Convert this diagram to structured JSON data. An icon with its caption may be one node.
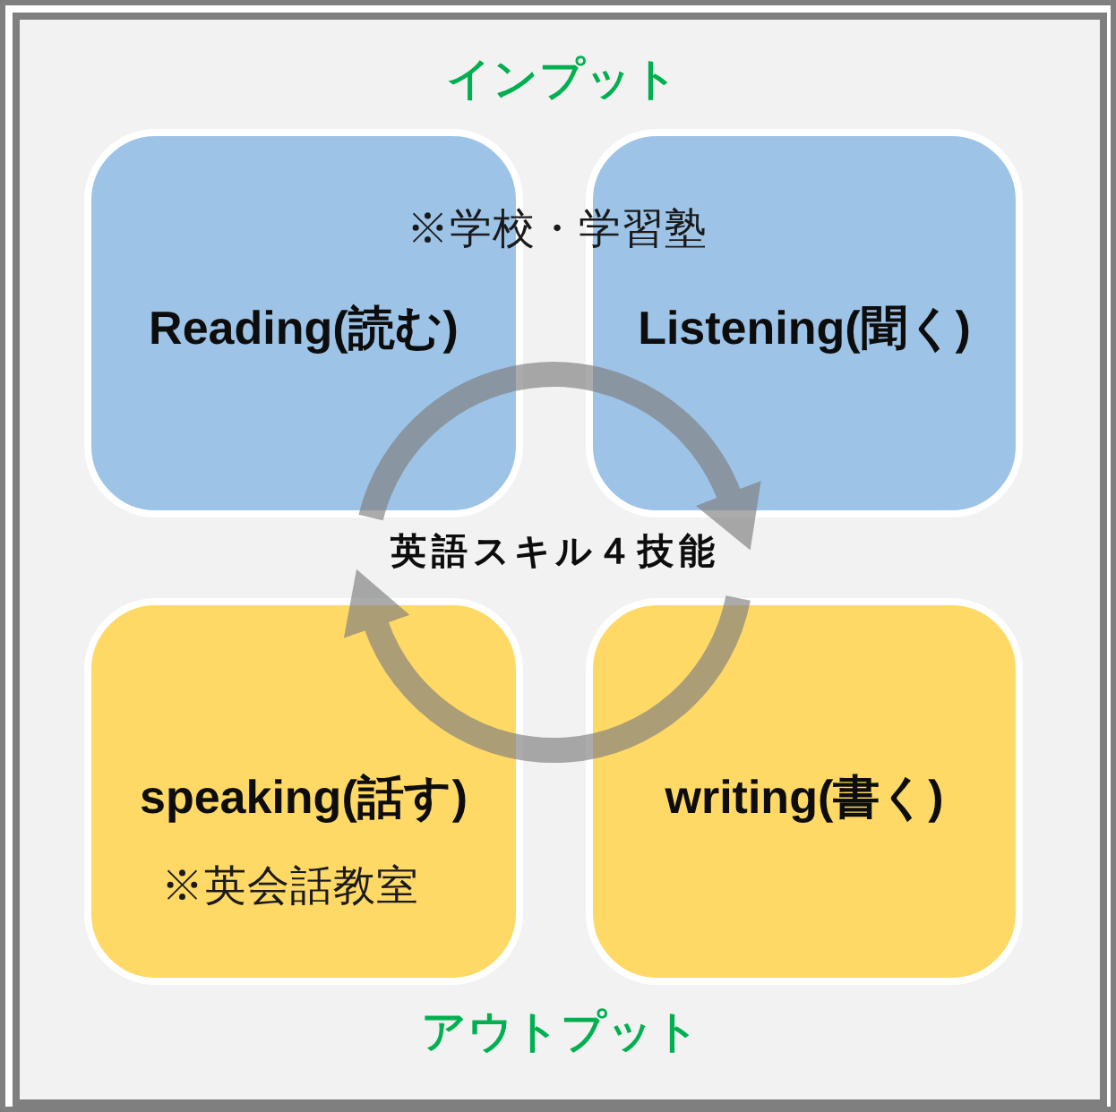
{
  "diagram": {
    "nodes": [
      {
        "text": [
          "Reading(読む)"
        ]
      },
      {
        "text": [
          "Listening(聞く)"
        ]
      },
      {
        "text": [
          "speaking(話す)",
          "※英会話教室"
        ]
      },
      {
        "text": [
          "writing(書く)"
        ]
      }
    ],
    "edges": [
      {
        "from": 0,
        "to": 1,
        "arrow": "to"
      },
      {
        "from": 3,
        "to": 2,
        "arrow": "to"
      }
    ],
    "labels": [
      "インプット",
      "※学校・学習塾",
      "英語スキル４技能",
      "アウトプット"
    ]
  }
}
